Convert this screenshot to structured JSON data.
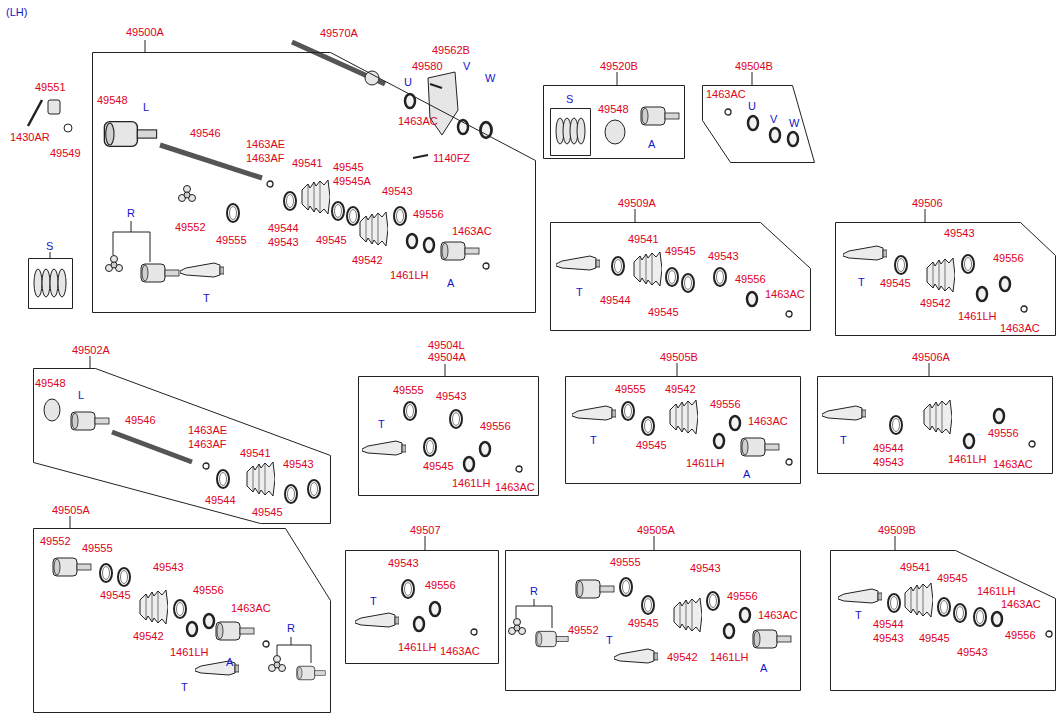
{
  "diagram": {
    "title": "(LH)",
    "nodes": [
      {
        "text": [
          "49500A"
        ]
      },
      {
        "text": [
          "S"
        ]
      },
      {
        "text": [
          "49520B"
        ]
      },
      {
        "text": [
          "S"
        ],
        "in": 2
      },
      {
        "text": [
          "49504B"
        ]
      },
      {
        "text": [
          "49509A"
        ]
      },
      {
        "text": [
          "49506"
        ]
      },
      {
        "text": [
          "49502A"
        ]
      },
      {
        "text": [
          "49504L",
          "49504A"
        ]
      },
      {
        "text": [
          "49505B"
        ]
      },
      {
        "text": [
          "49506A"
        ]
      },
      {
        "text": [
          "49505A"
        ]
      },
      {
        "text": [
          "49507"
        ]
      },
      {
        "text": [
          "49505A"
        ]
      },
      {
        "text": [
          "49509B"
        ]
      }
    ],
    "labels": [
      "49551",
      "1430AR",
      "49549",
      "49570A",
      "49562B",
      "49580",
      "U",
      "V",
      "W",
      "1463AC",
      "1140FZ",
      "49548",
      "L",
      "49546",
      "1463AE",
      "1463AF",
      "49541",
      "49545",
      "49545A",
      "49543",
      "R",
      "49556",
      "1463AC",
      "49552",
      "49555",
      "49544",
      "49543",
      "49545",
      "49542",
      "1461LH",
      "A",
      "T",
      "49548",
      "A",
      "1463AC",
      "U",
      "V",
      "W",
      "49541",
      "49545",
      "49543",
      "49556",
      "1463AC",
      "T",
      "49544",
      "49545",
      "49543",
      "49556",
      "T",
      "49545",
      "49542",
      "1461LH",
      "1463AC",
      "49548",
      "L",
      "49546",
      "1463AE",
      "1463AF",
      "49541",
      "49543",
      "49544",
      "49545",
      "49555",
      "49543",
      "T",
      "49545",
      "49556",
      "1461LH",
      "1463AC",
      "49555",
      "49542",
      "49556",
      "1463AC",
      "T",
      "49545",
      "1461LH",
      "A",
      "T",
      "49544",
      "49543",
      "49556",
      "1461LH",
      "1463AC",
      "49552",
      "49555",
      "49543",
      "49545",
      "49556",
      "1463AC",
      "49542",
      "1461LH",
      "A",
      "R",
      "T",
      "49543",
      "T",
      "49556",
      "1461LH",
      "1463AC",
      "R",
      "49555",
      "49543",
      "49556",
      "1463AC",
      "49552",
      "49545",
      "49542",
      "1461LH",
      "T",
      "A",
      "49541",
      "49545",
      "1461LH",
      "1463AC",
      "T",
      "49544",
      "49543",
      "49545",
      "49543",
      "49556"
    ]
  }
}
